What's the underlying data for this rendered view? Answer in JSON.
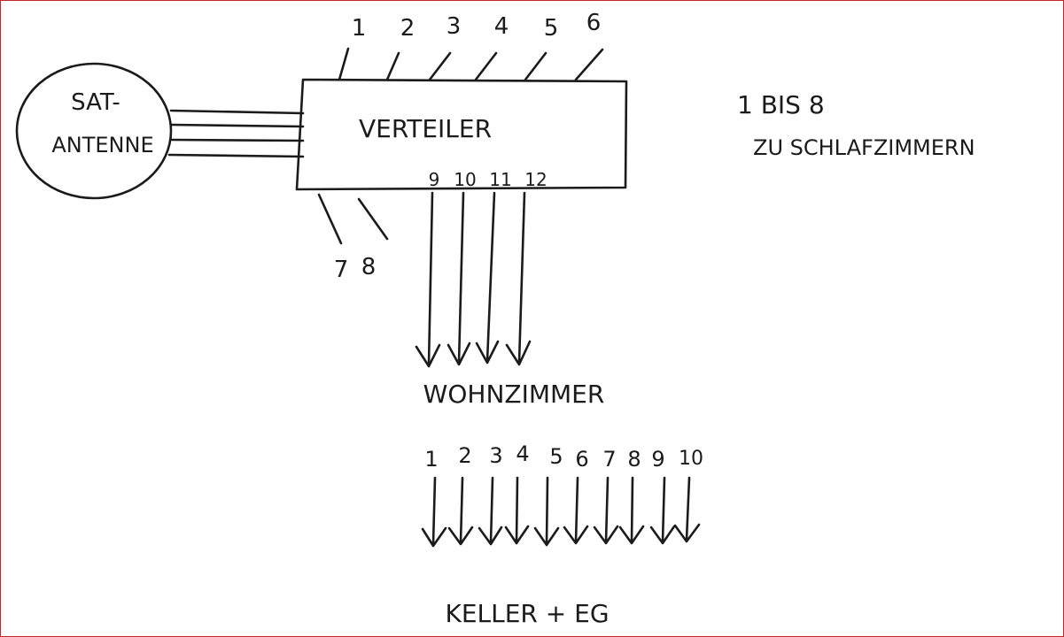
{
  "antenna": {
    "line1": "SAT-",
    "line2": "ANTENNE"
  },
  "splitter": {
    "label": "VERTEILER"
  },
  "top_outputs": [
    "1",
    "2",
    "3",
    "4",
    "5",
    "6"
  ],
  "left_outputs": [
    "7",
    "8"
  ],
  "bottom_outputs": [
    "9",
    "10",
    "11",
    "12"
  ],
  "note": {
    "line1": "1 BIS 8",
    "line2": "ZU SCHLAFZIMMERN"
  },
  "living_room": {
    "label": "WOHNZIMMER"
  },
  "basement_outputs": [
    "1",
    "2",
    "3",
    "4",
    "5",
    "6",
    "7",
    "8",
    "9",
    "10"
  ],
  "basement": {
    "label": "KELLER + EG"
  },
  "colors": {
    "ink": "#1b1b1b",
    "frame": "#c0282d",
    "paper": "#ffffff"
  }
}
